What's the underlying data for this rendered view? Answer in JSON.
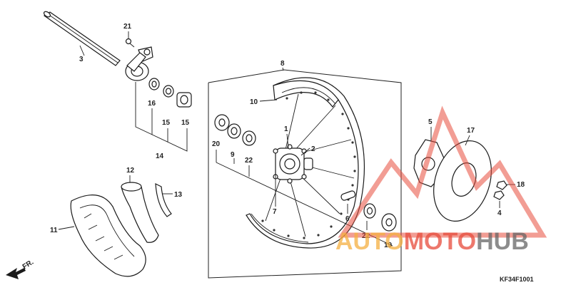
{
  "diagram": {
    "parts": [
      {
        "id": "p3",
        "label": "3"
      },
      {
        "id": "p21",
        "label": "21"
      },
      {
        "id": "p16",
        "label": "16"
      },
      {
        "id": "p15a",
        "label": "15"
      },
      {
        "id": "p15b",
        "label": "15"
      },
      {
        "id": "p14",
        "label": "14"
      },
      {
        "id": "p8",
        "label": "8"
      },
      {
        "id": "p10",
        "label": "10"
      },
      {
        "id": "p1",
        "label": "1"
      },
      {
        "id": "p2",
        "label": "2"
      },
      {
        "id": "p20",
        "label": "20"
      },
      {
        "id": "p9",
        "label": "9"
      },
      {
        "id": "p22a",
        "label": "22"
      },
      {
        "id": "p7",
        "label": "7"
      },
      {
        "id": "p6",
        "label": "6"
      },
      {
        "id": "p22b",
        "label": "22"
      },
      {
        "id": "p19",
        "label": "19"
      },
      {
        "id": "p5",
        "label": "5"
      },
      {
        "id": "p17",
        "label": "17"
      },
      {
        "id": "p18",
        "label": "18"
      },
      {
        "id": "p4",
        "label": "4"
      },
      {
        "id": "p12",
        "label": "12"
      },
      {
        "id": "p13",
        "label": "13"
      },
      {
        "id": "p11",
        "label": "11"
      }
    ],
    "direction_label": "FR.",
    "diagram_code": "KF34F1001"
  },
  "watermark": {
    "text_part1": "AUTO",
    "text_part2": "MOTO",
    "text_part3": "HUB",
    "color_auto": "#f5b041",
    "color_moto": "#e74c3c",
    "color_hub": "#666666"
  }
}
